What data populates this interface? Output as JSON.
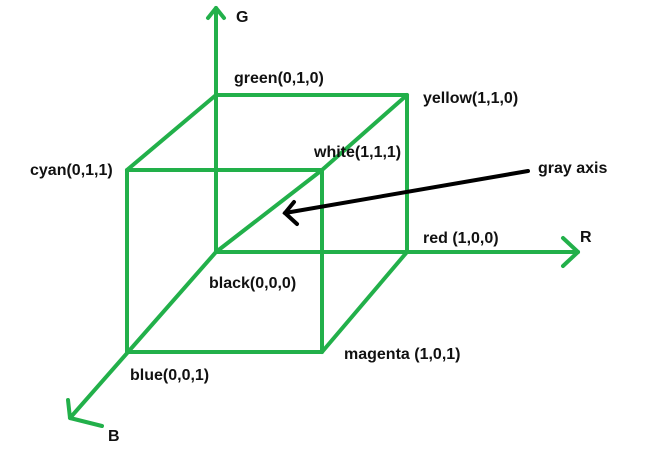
{
  "title": "RGB color cube",
  "colors": {
    "cube": "#22b04a",
    "arrow": "#000000"
  },
  "axes": {
    "g": "G",
    "r": "R",
    "b": "B"
  },
  "vertices": {
    "green": "green(0,1,0)",
    "yellow": "yellow(1,1,0)",
    "cyan": "cyan(0,1,1)",
    "white": "white(1,1,1)",
    "red": "red (1,0,0)",
    "black": "black(0,0,0)",
    "magenta": "magenta (1,0,1)",
    "blue": "blue(0,0,1)"
  },
  "annotation": "gray axis"
}
